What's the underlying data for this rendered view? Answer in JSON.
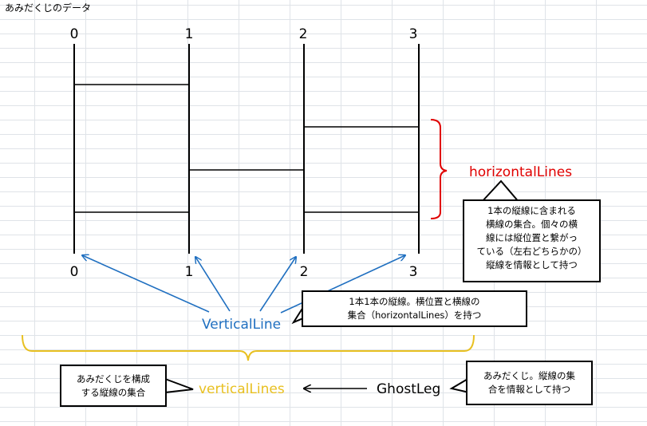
{
  "sheet_title": "あみだくじのデータ",
  "top_labels": [
    "0",
    "1",
    "2",
    "3"
  ],
  "bottom_labels": [
    "0",
    "1",
    "2",
    "3"
  ],
  "labels": {
    "horizontal_lines": "horizontalLines",
    "vertical_line": "VerticalLine",
    "vertical_lines": "verticalLines",
    "ghost_leg": "GhostLeg"
  },
  "callouts": {
    "horizontal_lines": "1本の縦線に含まれる\n横線の集合。個々の横\n線には縦位置と繋がっ\nている（左右どちらかの）\n縦線を情報として持つ",
    "vertical_line": "1本1本の縦線。横位置と横線の\n集合（horizontalLines）を持つ",
    "vertical_lines": "あみだくじを構成\nする縦線の集合",
    "ghost_leg": "あみだくじ。縦線の集\n合を情報として持つ"
  },
  "colors": {
    "horizontal_lines": "#e00000",
    "vertical_line": "#1f6fc0",
    "vertical_lines": "#e8c020",
    "lines": "#000000"
  }
}
